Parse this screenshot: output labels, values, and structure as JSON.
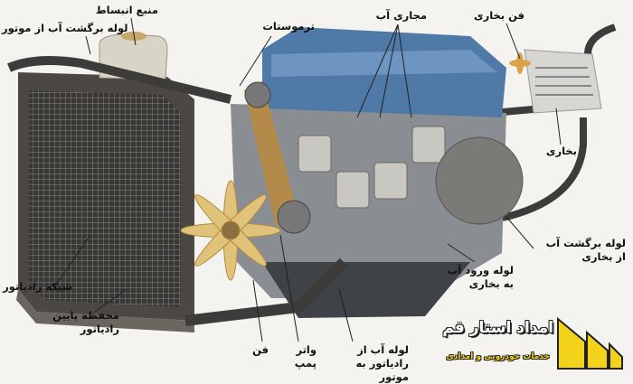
{
  "labels": {
    "expansion_tank": "منبع انبساط",
    "engine_return_pipe": "لوله برگشت آب از موتور",
    "thermostat": "ترموستات",
    "water_channels": "مجاری آب",
    "heater_fan": "فن بخاری",
    "heater": "بخاری",
    "heater_return_pipe": "لوله برگشت آب از بخاری",
    "heater_inlet_pipe": "لوله ورود آب به بخاری",
    "radiator_grid": "شبکه رادیاتور",
    "radiator_bottom_tank": "محفظه پایین رادیاتور",
    "fan": "فن",
    "water_pump": "واتر پمپ",
    "radiator_to_engine_pipe": "لوله آب از رادیاتور به موتور"
  },
  "logo": {
    "title": "امداد استار قم",
    "subtitle": "خدمات خودرویی و امدادی",
    "color": "#f2d21a"
  }
}
